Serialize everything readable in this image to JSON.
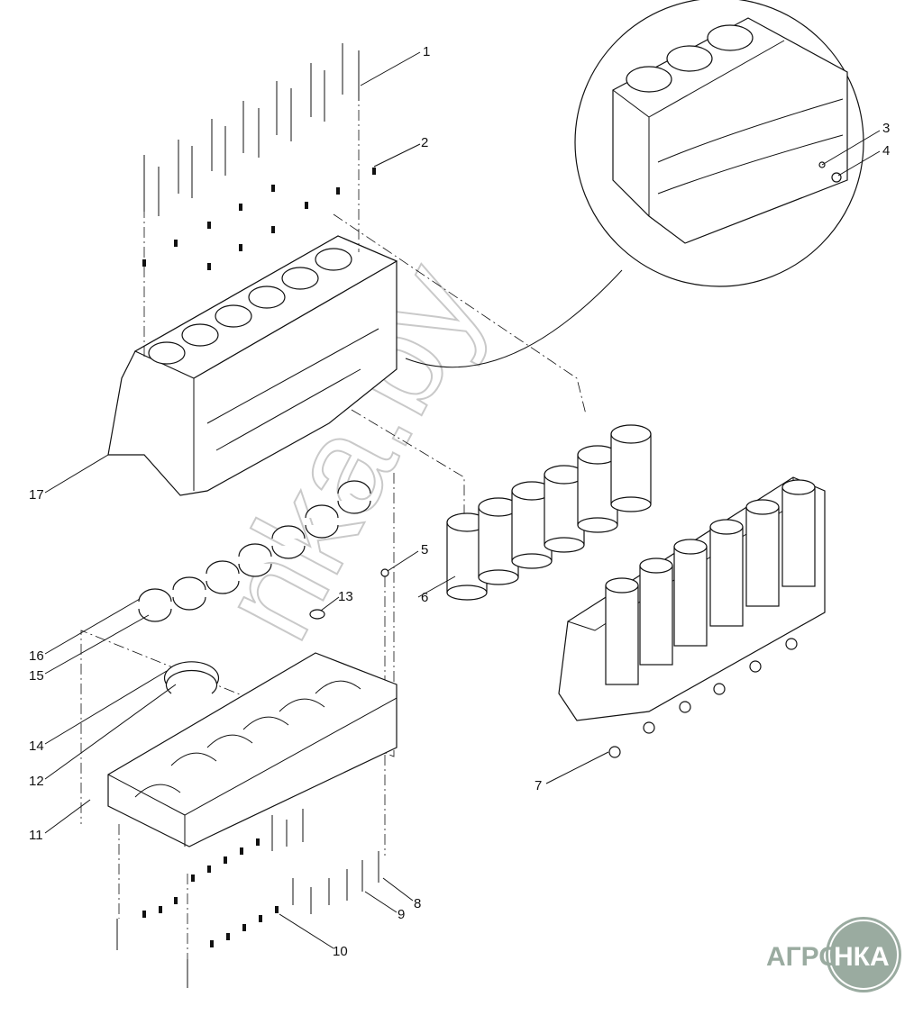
{
  "diagram": {
    "callouts": [
      "1",
      "2",
      "3",
      "4",
      "5",
      "6",
      "7",
      "8",
      "9",
      "10",
      "11",
      "12",
      "13",
      "14",
      "15",
      "16",
      "17"
    ],
    "watermark": "nka.by",
    "logo": {
      "left": "АГРО",
      "right": "НКА",
      "color": "#9aaba0"
    }
  }
}
